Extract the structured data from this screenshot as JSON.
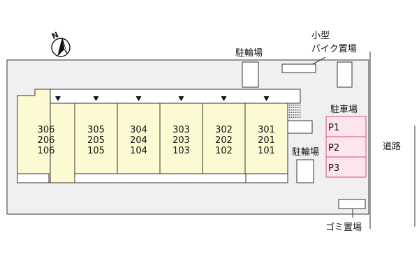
{
  "compass": {
    "label": "N"
  },
  "labels": {
    "bike_parking_top": "駐輪場",
    "small_bike_line1": "小型",
    "small_bike_line2": "バイク置場",
    "car_parking": "駐車場",
    "bike_parking_mid": "駐輪場",
    "garbage": "ゴミ置場",
    "road": "道路"
  },
  "units": [
    {
      "id": "6",
      "rooms": [
        "306",
        "206",
        "106"
      ]
    },
    {
      "id": "5",
      "rooms": [
        "305",
        "205",
        "105"
      ]
    },
    {
      "id": "4",
      "rooms": [
        "304",
        "204",
        "104"
      ]
    },
    {
      "id": "3",
      "rooms": [
        "303",
        "203",
        "103"
      ]
    },
    {
      "id": "2",
      "rooms": [
        "302",
        "202",
        "102"
      ]
    },
    {
      "id": "1",
      "rooms": [
        "301",
        "201",
        "101"
      ]
    }
  ],
  "parking_spaces": [
    "P1",
    "P2",
    "P3"
  ],
  "colors": {
    "building_fill": "#fdf9d2",
    "parking_fill": "#fce5ec",
    "parking_stroke": "#e0506e",
    "lot_fill": "#f0f0f0"
  }
}
